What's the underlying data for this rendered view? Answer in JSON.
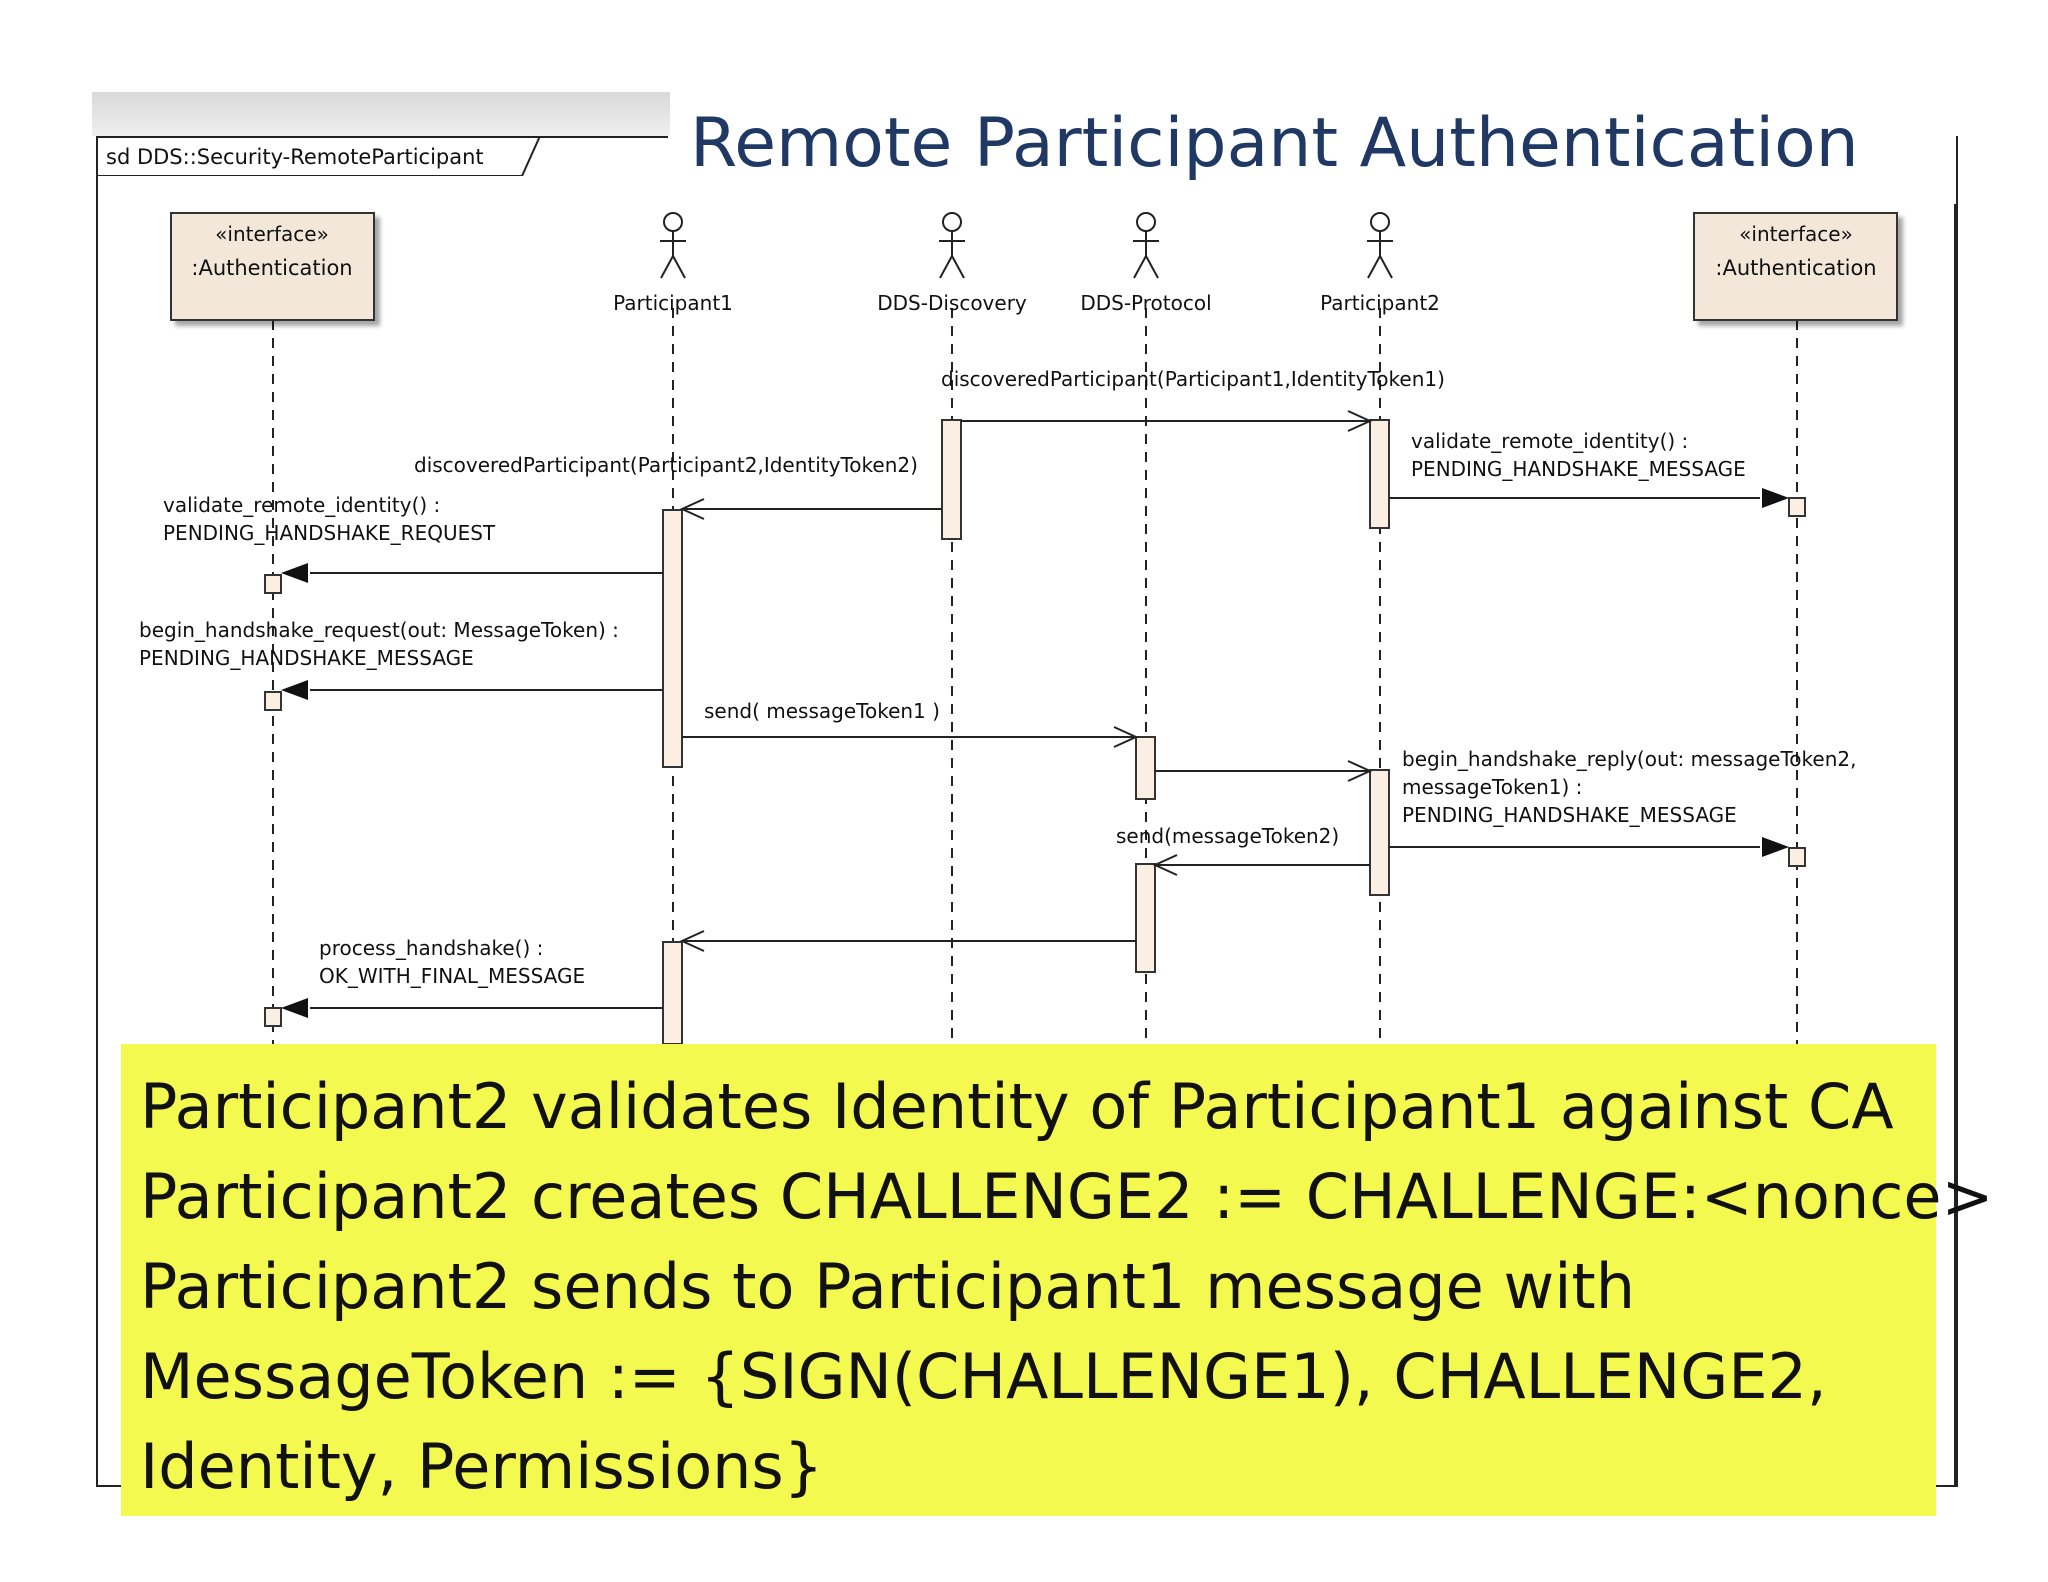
{
  "slide": {
    "title": "Remote Participant Authentication"
  },
  "diagram": {
    "frame_label": "sd DDS::Security-RemoteParticipant",
    "lifelines": [
      {
        "kind": "interface",
        "stereotype": "«interface»",
        "name": ":Authentication"
      },
      {
        "kind": "actor",
        "name": "Participant1"
      },
      {
        "kind": "actor",
        "name": "DDS-Discovery"
      },
      {
        "kind": "actor",
        "name": "DDS-Protocol"
      },
      {
        "kind": "actor",
        "name": "Participant2"
      },
      {
        "kind": "interface",
        "stereotype": "«interface»",
        "name": ":Authentication"
      }
    ],
    "messages": [
      {
        "from": "DDS-Discovery",
        "to": "Participant2",
        "lines": [
          "discoveredParticipant(Participant1,IdentityToken1)"
        ]
      },
      {
        "from": "Participant2",
        "to": ":Authentication (right)",
        "lines": [
          "validate_remote_identity() :",
          "PENDING_HANDSHAKE_MESSAGE"
        ]
      },
      {
        "from": "DDS-Discovery",
        "to": "Participant1",
        "lines": [
          "discoveredParticipant(Participant2,IdentityToken2)"
        ]
      },
      {
        "from": "Participant1",
        "to": ":Authentication (left)",
        "lines": [
          "validate_remote_identity() :",
          "PENDING_HANDSHAKE_REQUEST"
        ]
      },
      {
        "from": "Participant1",
        "to": ":Authentication (left)",
        "lines": [
          "begin_handshake_request(out: MessageToken) :",
          "PENDING_HANDSHAKE_MESSAGE"
        ]
      },
      {
        "from": "Participant1",
        "to": "DDS-Protocol",
        "lines": [
          "send( messageToken1 )"
        ]
      },
      {
        "from": "DDS-Protocol",
        "to": "Participant2",
        "lines": []
      },
      {
        "from": "Participant2",
        "to": ":Authentication (right)",
        "lines": [
          "begin_handshake_reply(out: messageToken2,",
          "messageToken1) :",
          "PENDING_HANDSHAKE_MESSAGE"
        ]
      },
      {
        "from": "Participant2",
        "to": "DDS-Protocol",
        "lines": [
          "send(messageToken2)"
        ]
      },
      {
        "from": "DDS-Protocol",
        "to": "Participant1",
        "lines": []
      },
      {
        "from": "Participant1",
        "to": ":Authentication (left)",
        "lines": [
          "process_handshake() :",
          "OK_WITH_FINAL_MESSAGE"
        ]
      }
    ]
  },
  "note": {
    "lines": [
      "Participant2 validates Identity of Participant1 against CA",
      "Participant2 creates CHALLENGE2 := CHALLENGE:<nonce>",
      "Participant2  sends to Participant1 message with",
      "MessageToken := {SIGN(CHALLENGE1), CHALLENGE2,",
      "Identity, Permissions}"
    ],
    "background": "#f4f94f"
  },
  "colors": {
    "title": "#1f3864",
    "activation_fill": "#fbefe3",
    "interface_fill": "#f3e7da"
  }
}
